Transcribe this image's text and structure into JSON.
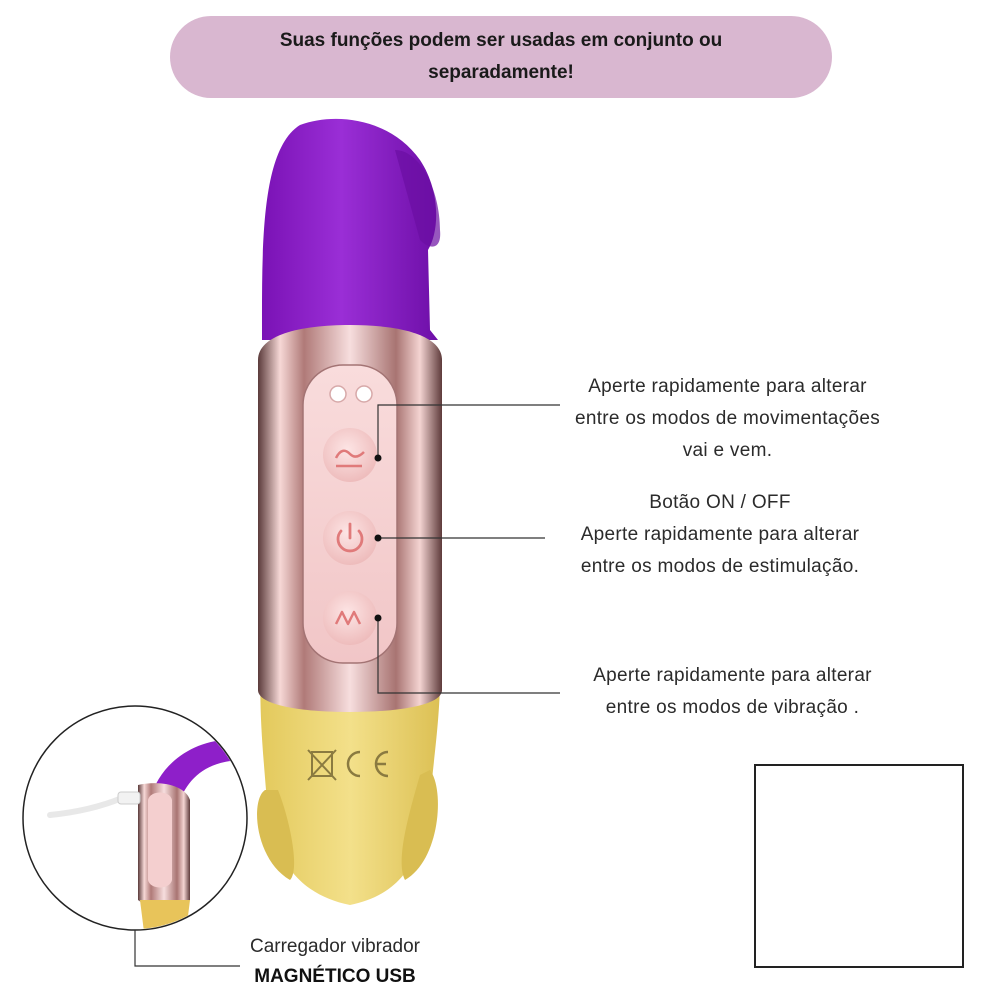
{
  "banner": {
    "text": "Suas funções podem ser usadas em conjunto ou separadamente!"
  },
  "callouts": {
    "movement": {
      "line1": "Aperte rapidamente para alterar",
      "line2": "entre os modos de movimentações",
      "line3": "vai e vem."
    },
    "power": {
      "title": "Botão ON / OFF",
      "line1": "Aperte rapidamente para alterar",
      "line2": "entre os modos de estimulação."
    },
    "vibration": {
      "line1": "Aperte rapidamente para alterar",
      "line2": "entre os modos de vibração ."
    }
  },
  "charger": {
    "label": "Carregador vibrador",
    "label_bold": "MAGNÉTICO USB"
  },
  "product": {
    "colors": {
      "purple": "#8e1fc9",
      "yellow": "#ecd870",
      "panel": "#f3cfd0",
      "chrome": "#c9a3a0"
    },
    "icons": [
      "wave-icon",
      "power-icon",
      "zigzag-icon"
    ],
    "marks": [
      "weee-bin-icon",
      "ce-mark-icon"
    ]
  }
}
